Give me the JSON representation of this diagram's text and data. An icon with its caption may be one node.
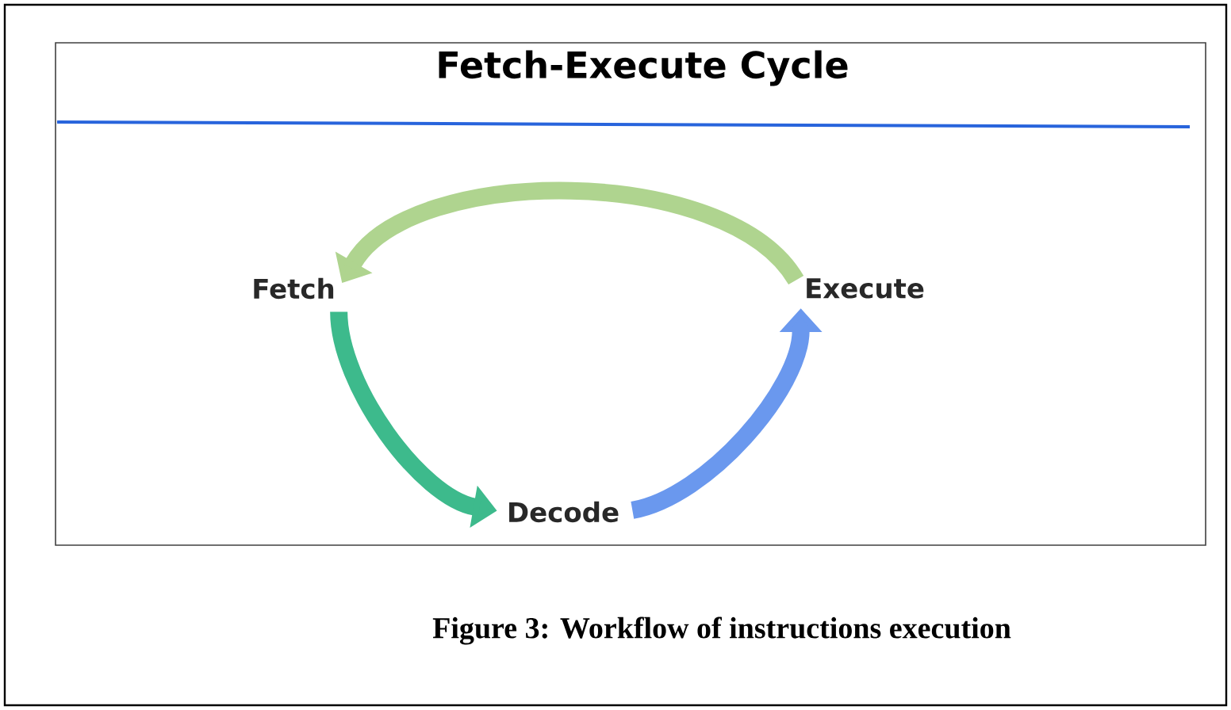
{
  "diagram": {
    "title": "Fetch-Execute Cycle",
    "caption": "Figure 3: Workflow of instructions execution",
    "nodes": [
      {
        "text": [
          "Fetch"
        ]
      },
      {
        "text": [
          "Execute"
        ]
      },
      {
        "text": [
          "Decode"
        ]
      }
    ],
    "edges": [
      {
        "from": 0,
        "to": 2,
        "arrow": "to",
        "color": "#3dba8c"
      },
      {
        "from": 2,
        "to": 1,
        "arrow": "to",
        "color": "#6a98ee"
      },
      {
        "from": 1,
        "to": 0,
        "arrow": "to",
        "color": "#afd48f"
      }
    ]
  }
}
